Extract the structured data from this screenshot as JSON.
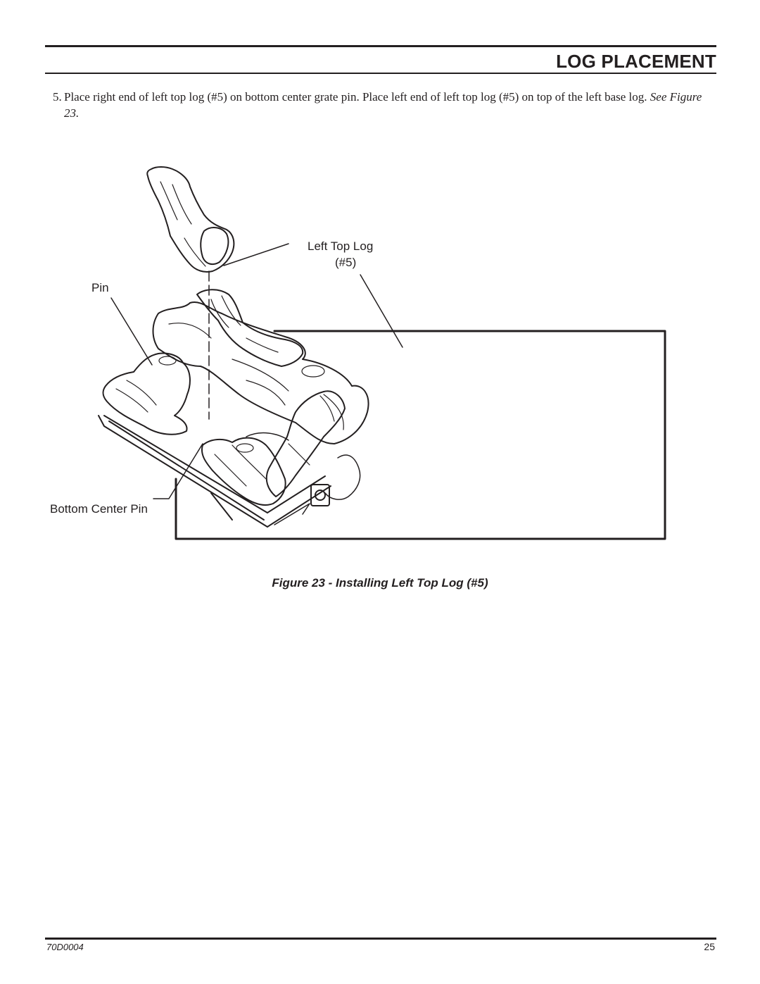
{
  "header": {
    "title": "LOG PLACEMENT"
  },
  "step": {
    "number": "5.",
    "text": "Place right end of left top log (#5) on bottom center grate pin. Place left end of left top log (#5) on top of the left base log.",
    "ref": "See Figure 23."
  },
  "figure": {
    "labels": {
      "left_top_log": "Left Top Log",
      "left_top_log_num": "(#5)",
      "pin": "Pin",
      "bottom_center_pin": "Bottom Center Pin"
    },
    "caption": "Figure 23 - Installing Left Top Log (#5)"
  },
  "footer": {
    "doc_number": "70D0004",
    "page_number": "25"
  }
}
